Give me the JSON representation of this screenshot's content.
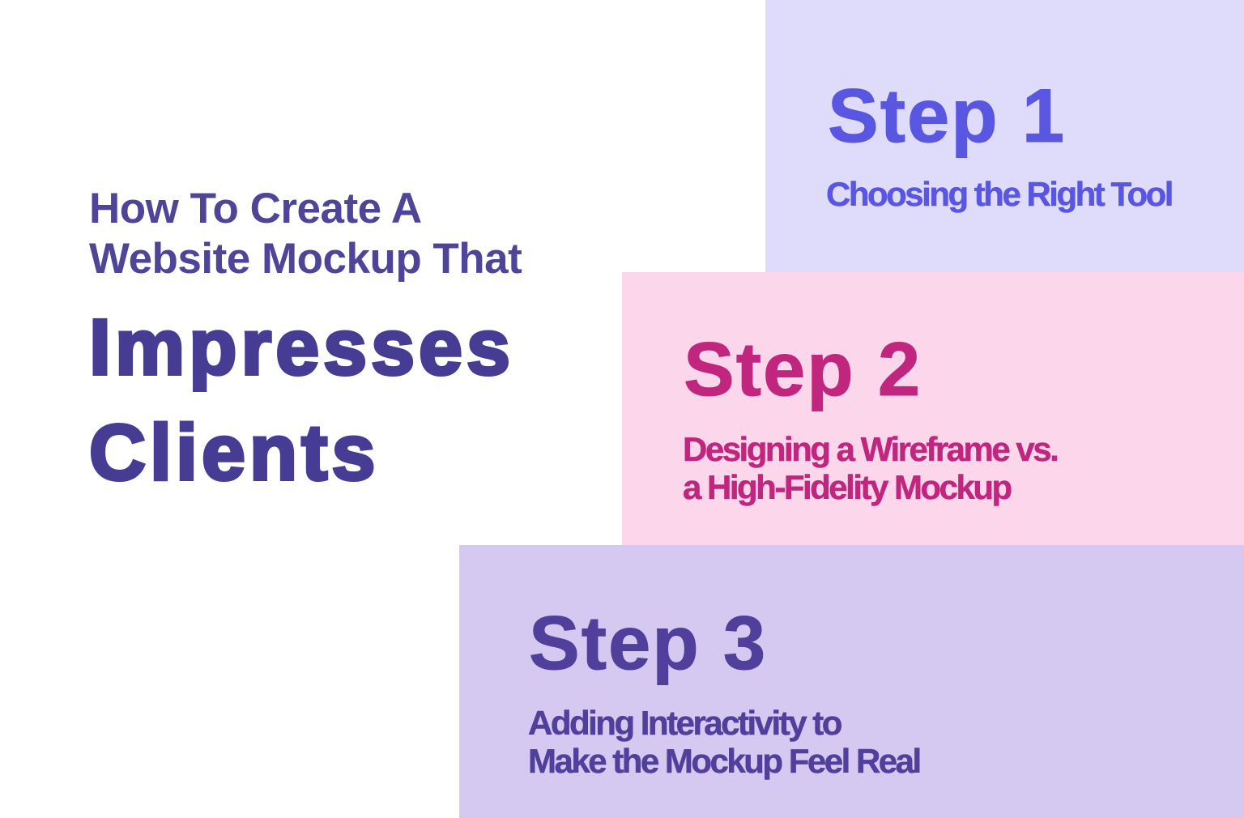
{
  "canvas": {
    "background_color": "#ffffff"
  },
  "title": {
    "line1": "How To Create A",
    "line2": "Website Mockup That",
    "emphasis_line1": "Impresses",
    "emphasis_line2": "Clients",
    "regular_color": "#4e4498",
    "emphasis_color": "#473c94"
  },
  "steps": [
    {
      "heading": "Step 1",
      "subtitle_lines": [
        "Choosing the Right Tool"
      ],
      "background_color": "#dedcfa",
      "text_color": "#5956e2"
    },
    {
      "heading": "Step 2",
      "subtitle_lines": [
        "Designing a Wireframe vs.",
        "a High-Fidelity Mockup"
      ],
      "background_color": "#fcd7eb",
      "text_color": "#c1267f"
    },
    {
      "heading": "Step 3",
      "subtitle_lines": [
        "Adding Interactivity to",
        "Make the Mockup Feel Real"
      ],
      "background_color": "#d5c9f2",
      "text_color": "#503f9b"
    }
  ]
}
